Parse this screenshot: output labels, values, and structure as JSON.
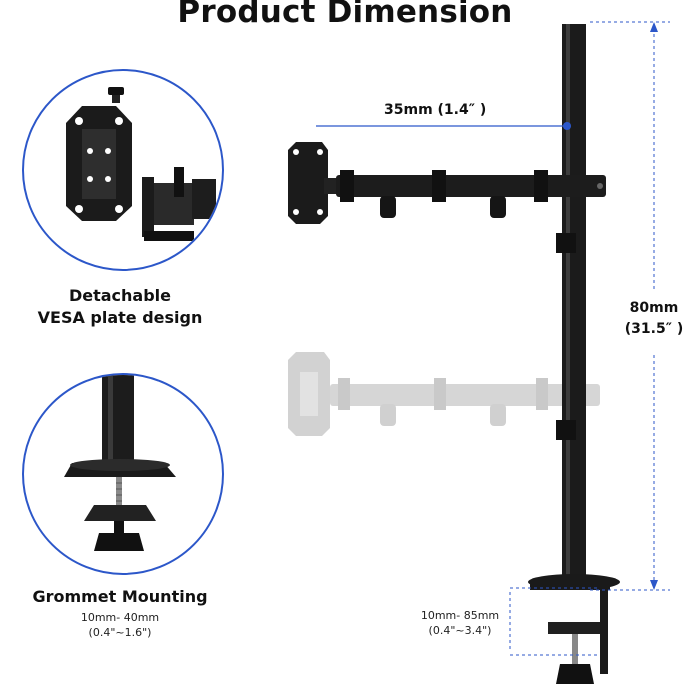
{
  "header": {
    "title": "Product Dimension"
  },
  "features": {
    "vesa": {
      "line1": "Detachable",
      "line2": "VESA plate design"
    },
    "grommet": {
      "title": "Grommet Mounting",
      "range": "10mm- 40mm",
      "range_in": "(0.4\"~1.6\")"
    }
  },
  "dimensions": {
    "arm_offset": "35mm (1.4″ )",
    "height_mm": "80mm",
    "height_in": "(31.5″ )",
    "clamp_range": "10mm- 85mm",
    "clamp_range_in": "(0.4\"~3.4\")"
  },
  "colors": {
    "accent": "#2c57c9",
    "metal": "#1a1a1a",
    "ghost": "#cfcfcf"
  }
}
